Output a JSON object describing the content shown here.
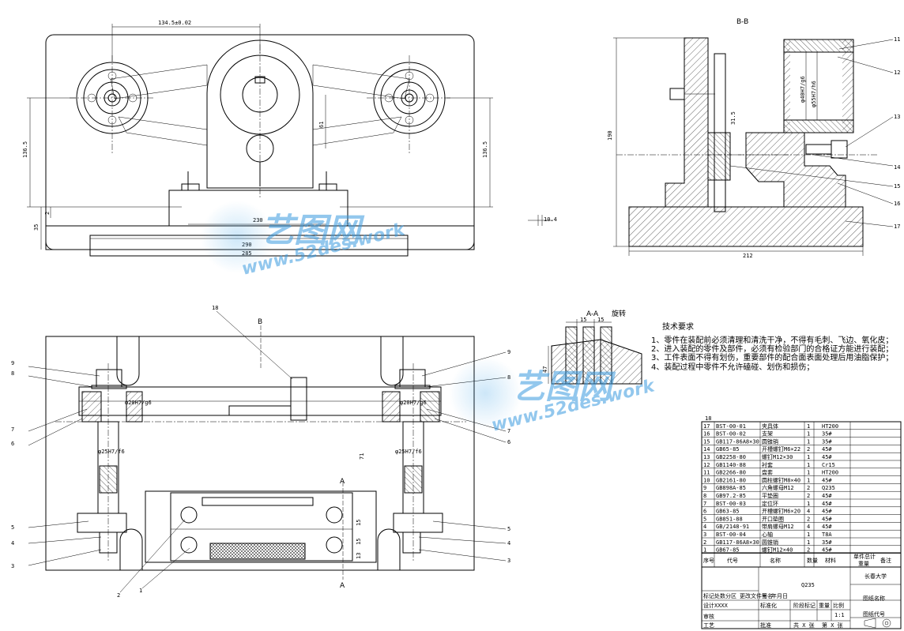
{
  "views": {
    "section_bb_label": "B-B",
    "section_aa_label": "A-A",
    "rotate_label": "旋转",
    "section_b_marker": "B",
    "section_a_marker": "A"
  },
  "dimensions": {
    "top_width": "134.5±0.02",
    "left_height": "136.5",
    "right_height": "136.5",
    "base_height": "35",
    "small_gap": "2",
    "inner_230": "230",
    "width_290": "290",
    "width_285": "285",
    "center_h": "61",
    "side_190": "190",
    "side_212": "212",
    "side_315": "31.5",
    "side_bore1": "φ40H7/g6",
    "side_bore2": "φ55H7/h6",
    "small_104": "10.4",
    "fit_20": "φ20H7/g6",
    "fit_25": "φ25H7/f6",
    "aa_15a": "15",
    "aa_15b": "15",
    "aa_47": "47",
    "dim_71": "71",
    "dim_15": "15",
    "dim_13": "13"
  },
  "callouts": {
    "side": [
      "11",
      "12",
      "13",
      "14",
      "15",
      "16",
      "17"
    ],
    "front_left": [
      "9",
      "8",
      "7",
      "6",
      "5",
      "4",
      "3"
    ],
    "front_right": [
      "9",
      "8",
      "7",
      "6",
      "5",
      "4",
      "3"
    ],
    "front_bottom": [
      "2",
      "1"
    ],
    "front_top": "18"
  },
  "tech_requirements": {
    "title": "技术要求",
    "items": [
      "1、零件在装配前必须清理和清洗干净，不得有毛刺、飞边、氧化皮；",
      "2、进入装配的零件及部件，必须有检验部门的合格证方能进行装配；",
      "3、工件表面不得有划伤，重要部件的配合面表面处理后用油脂保护；",
      "4、装配过程中零件不允许磕碰、划伤和损伤；"
    ]
  },
  "bom": {
    "top_number": "18",
    "rows": [
      [
        "17",
        "BST-00-01",
        "夹具体",
        "1",
        "HT200"
      ],
      [
        "16",
        "BST-00-02",
        "支架",
        "1",
        "35#"
      ],
      [
        "15",
        "GB117-86A8×30",
        "圆锥销",
        "1",
        "35#"
      ],
      [
        "14",
        "GB65-85",
        "开槽螺钉M6×22",
        "2",
        "45#"
      ],
      [
        "13",
        "GB2258-80",
        "螺钉M12×30",
        "1",
        "45#"
      ],
      [
        "12",
        "GB1140-88",
        "衬套",
        "1",
        "Cr15"
      ],
      [
        "11",
        "GB2266-80",
        "盘套",
        "1",
        "HT200"
      ],
      [
        "10",
        "GB2161-80",
        "圆柱螺钉M8×40",
        "1",
        "45#"
      ],
      [
        "9",
        "GB898A-85",
        "六角螺母M12",
        "2",
        "Q235"
      ],
      [
        "8",
        "GB97.2-85",
        "平垫圈",
        "2",
        "45#"
      ],
      [
        "7",
        "BST-00-03",
        "定位环",
        "1",
        "45#"
      ],
      [
        "6",
        "GB63-85",
        "开槽螺钉M6×20",
        "4",
        "45#"
      ],
      [
        "5",
        "GB851-88",
        "开口垫圈",
        "2",
        "45#"
      ],
      [
        "4",
        "GB/2148-91",
        "带肩螺母M12",
        "4",
        "45#"
      ],
      [
        "3",
        "BST-00-04",
        "心轴",
        "1",
        "T8A"
      ],
      [
        "2",
        "GB117-86A8×30",
        "圆锥销",
        "1",
        "35#"
      ],
      [
        "1",
        "GB67-85",
        "螺钉M12×40",
        "2",
        "45#"
      ]
    ],
    "header": [
      "序号",
      "代号",
      "名称",
      "数量",
      "材料",
      "单件",
      "总计",
      "备注"
    ],
    "weight_label": "重量",
    "material": "Q235",
    "school": "长春大学",
    "drawing_name_label": "图纸名称",
    "drawing_code_label": "图纸代号",
    "stage_label": "阶段标记",
    "weight2": "重量",
    "scale_label": "比例",
    "scale": "1:1",
    "design": "设计",
    "design_by": "XXXX",
    "standard": "标准化",
    "review": "审核",
    "process": "工艺",
    "approve": "批准",
    "mark": "标记",
    "count": "处数",
    "partition": "分区",
    "change_doc": "更改文件号",
    "sign": "签名",
    "date": "年月日",
    "sheets": "共 X 张",
    "sheet": "第 X 张"
  },
  "watermark": {
    "cn": "艺图网",
    "url": "www.52des.work"
  }
}
